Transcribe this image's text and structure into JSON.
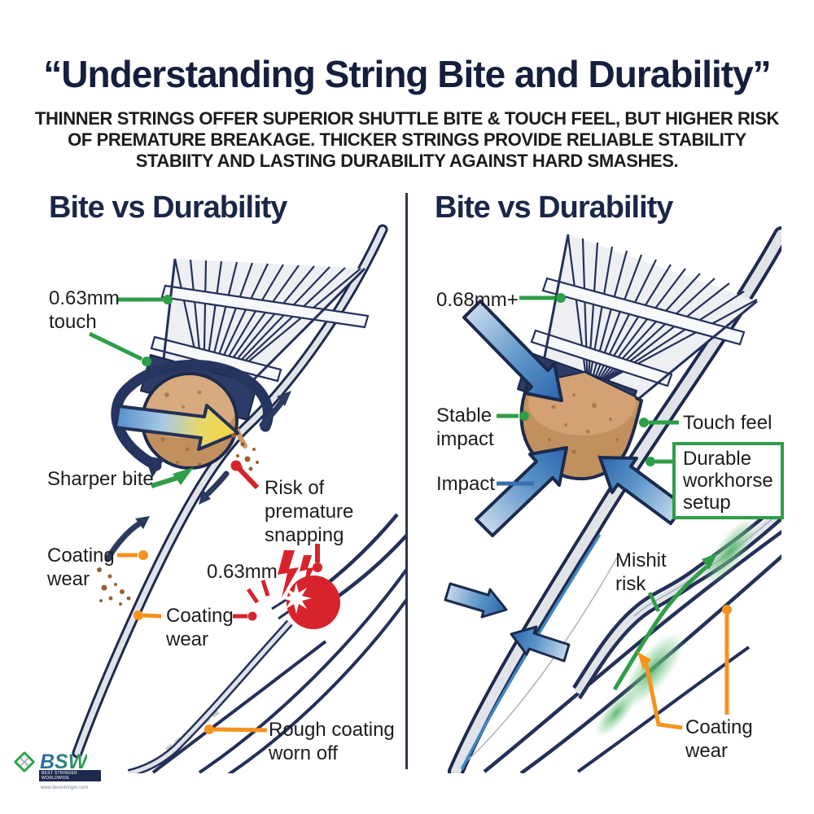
{
  "header": {
    "title": "“Understanding String Bite and Durability”",
    "subtitle_lines": [
      "THINNER STRINGS OFFER SUPERIOR SHUTTLE BITE & TOUCH FEEL, BUT HIGHER RISK",
      "OF PREMATURE BREAKAGE. THICKER STRINGS PROVIDE RELIABLE STABILITY",
      "STABIITY AND LASTING DURABILITY AGAINST HARD SMASHES."
    ]
  },
  "left_panel": {
    "heading": "Bite vs Durability",
    "labels": {
      "gauge_touch": "0.63mm\ntouch",
      "sharper_bite": "Sharper bite",
      "risk_snapping": "Risk of\npremature\nsnapping",
      "coating_wear_upper": "Coating\nwear",
      "gauge": "0.63mm",
      "coating_wear_lower": "Coating\nwear",
      "rough_coating": "Rough coating\nworn off"
    }
  },
  "right_panel": {
    "heading": "Bite vs Durability",
    "labels": {
      "gauge": "0.68mm+",
      "stable_impact": "Stable\nimpact",
      "impact": "Impact",
      "touch_feel": "Touch feel",
      "durable_setup": "Durable\nworkhorse\nsetup",
      "mishit_risk": "Mishit\nrisk",
      "coating_wear": "Coating\nwear"
    }
  },
  "logo": {
    "brand": "BSW",
    "tagline": "BEST STRINGER WORLDWIDE",
    "website": "www.beststringer.com"
  },
  "colors": {
    "navy": "#1e2a4d",
    "heading_navy": "#1b2748",
    "green": "#2f9e48",
    "orange": "#f6921e",
    "red": "#d7232b",
    "blue": "#3b79ba",
    "cork": "#c2905e",
    "string_gray": "#e0e4e9"
  }
}
